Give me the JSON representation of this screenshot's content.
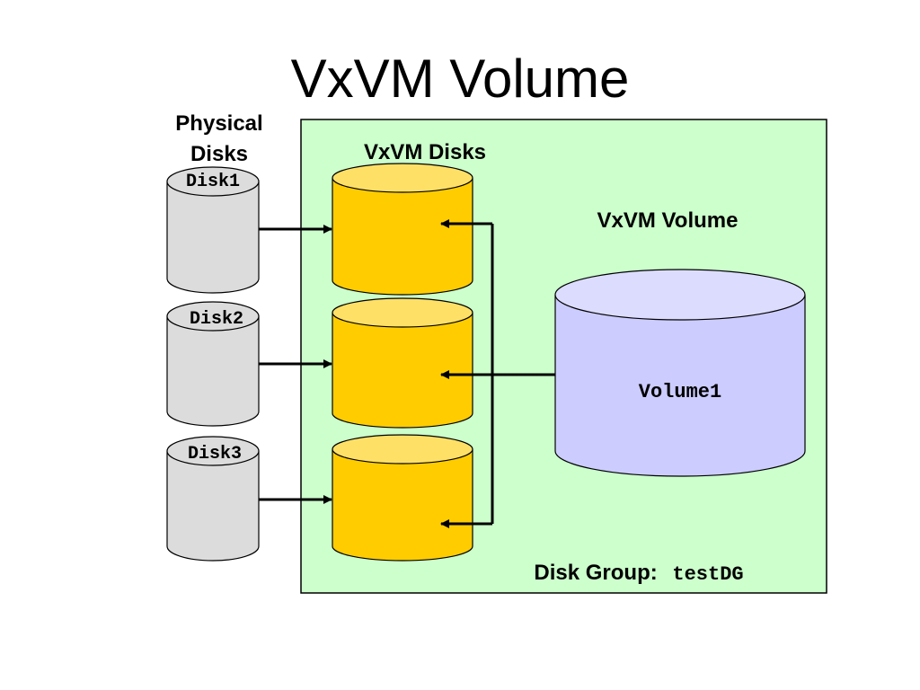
{
  "title": "VxVM Volume",
  "physical_disks_label": [
    "Physical",
    "Disks"
  ],
  "physical_disks": [
    {
      "label": "Disk1"
    },
    {
      "label": "Disk2"
    },
    {
      "label": "Disk3"
    }
  ],
  "vxvm_disks_label": "VxVM Disks",
  "vxvm_volume_label": "VxVM Volume",
  "volume_name": "Volume1",
  "disk_group": {
    "label": "Disk Group:",
    "name": "testDG"
  },
  "colors": {
    "disk_group_bg": "#ccffcc",
    "physical_disk": "#dcdcdc",
    "vxvm_disk": "#ffcc00",
    "vxvm_disk_top": "#ffe066",
    "volume": "#ccccff"
  }
}
